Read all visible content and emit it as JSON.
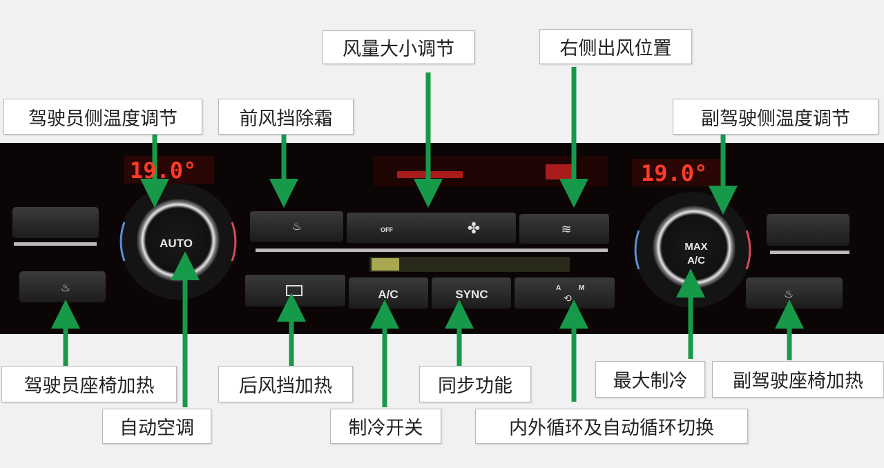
{
  "colors": {
    "arrow": "#17994a",
    "panel": "#0b0605",
    "lcd": "#ff3b2a"
  },
  "panel": {
    "left_temp": "19.0°",
    "right_temp": "19.0°",
    "buttons": {
      "auto": "AUTO",
      "max_ac": [
        "MAX",
        "A/C"
      ],
      "ac": "A/C",
      "sync": "SYNC",
      "recirc_a": "A",
      "recirc_m": "M",
      "off": "OFF"
    }
  },
  "labels": {
    "fan_speed": "风量大小调节",
    "right_vent": "右侧出风位置",
    "driver_temp": "驾驶员侧温度调节",
    "front_defrost": "前风挡除霜",
    "passenger_temp": "副驾驶侧温度调节",
    "driver_seat_heat": "驾驶员座椅加热",
    "rear_defrost": "后风挡加热",
    "sync": "同步功能",
    "max_cool": "最大制冷",
    "passenger_seat_heat": "副驾驶座椅加热",
    "auto_ac": "自动空调",
    "ac_switch": "制冷开关",
    "recirculation": "内外循环及自动循环切换"
  }
}
